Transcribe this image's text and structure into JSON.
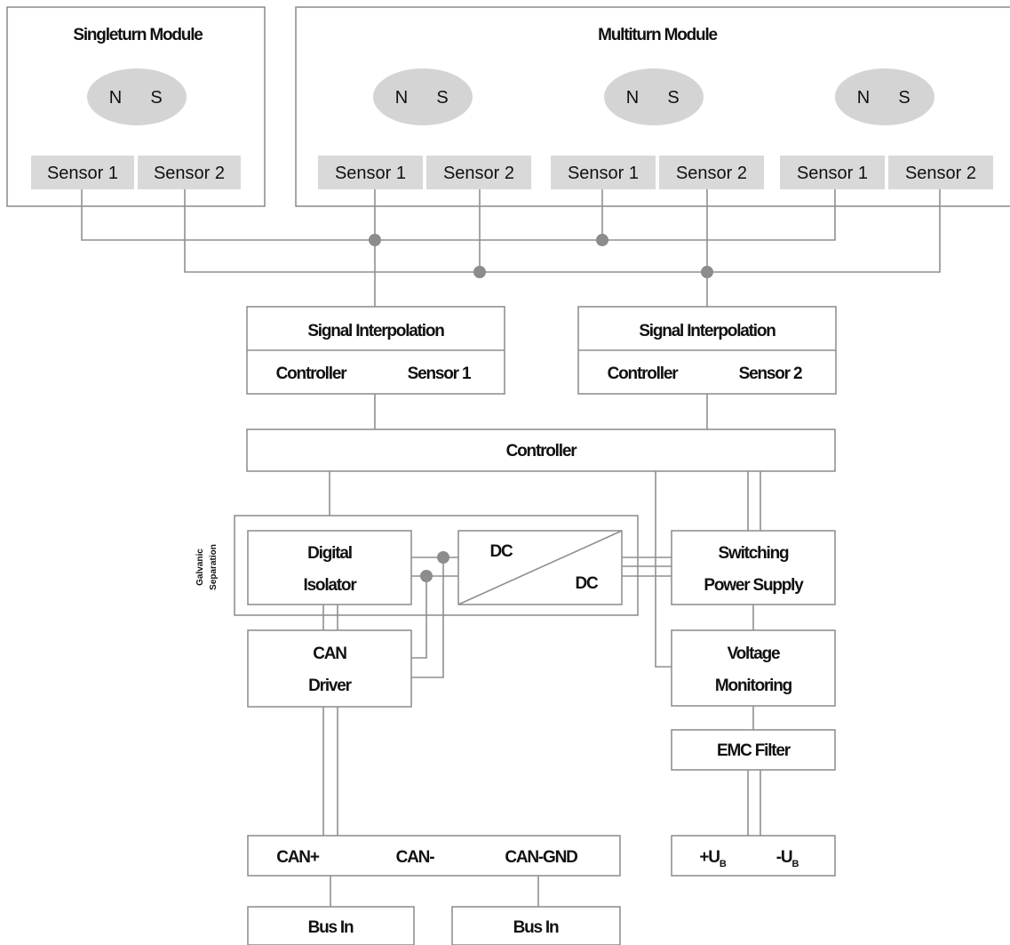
{
  "singleturn": {
    "title": "Singleturn Module",
    "magnet": {
      "n": "N",
      "s": "S"
    },
    "sensor1": "Sensor 1",
    "sensor2": "Sensor 2"
  },
  "multiturn": {
    "title": "Multiturn Module",
    "magnet": {
      "n": "N",
      "s": "S"
    },
    "sensor1": "Sensor 1",
    "sensor2": "Sensor 2"
  },
  "signal_interpolation": {
    "title": "Signal Interpolation",
    "controller_label": "Controller",
    "sensor1_label": "Sensor 1",
    "sensor2_label": "Sensor 2"
  },
  "controller": "Controller",
  "galvanic_separation": {
    "line1": "Galvanic",
    "line2": "Separation"
  },
  "digital_isolator": {
    "line1": "Digital",
    "line2": "Isolator"
  },
  "dcdc": {
    "in": "DC",
    "out": "DC"
  },
  "switching_power_supply": {
    "line1": "Switching",
    "line2": "Power Supply"
  },
  "can_driver": {
    "line1": "CAN",
    "line2": "Driver"
  },
  "voltage_monitoring": {
    "line1": "Voltage",
    "line2": "Monitoring"
  },
  "emc_filter": "EMC Filter",
  "can_bus": {
    "plus": "CAN+",
    "minus": "CAN-",
    "gnd": "CAN-GND"
  },
  "supply": {
    "plus": "+U",
    "minus": "-U",
    "subscript": "B"
  },
  "bus_in_1": "Bus In",
  "bus_in_2": "Bus In"
}
